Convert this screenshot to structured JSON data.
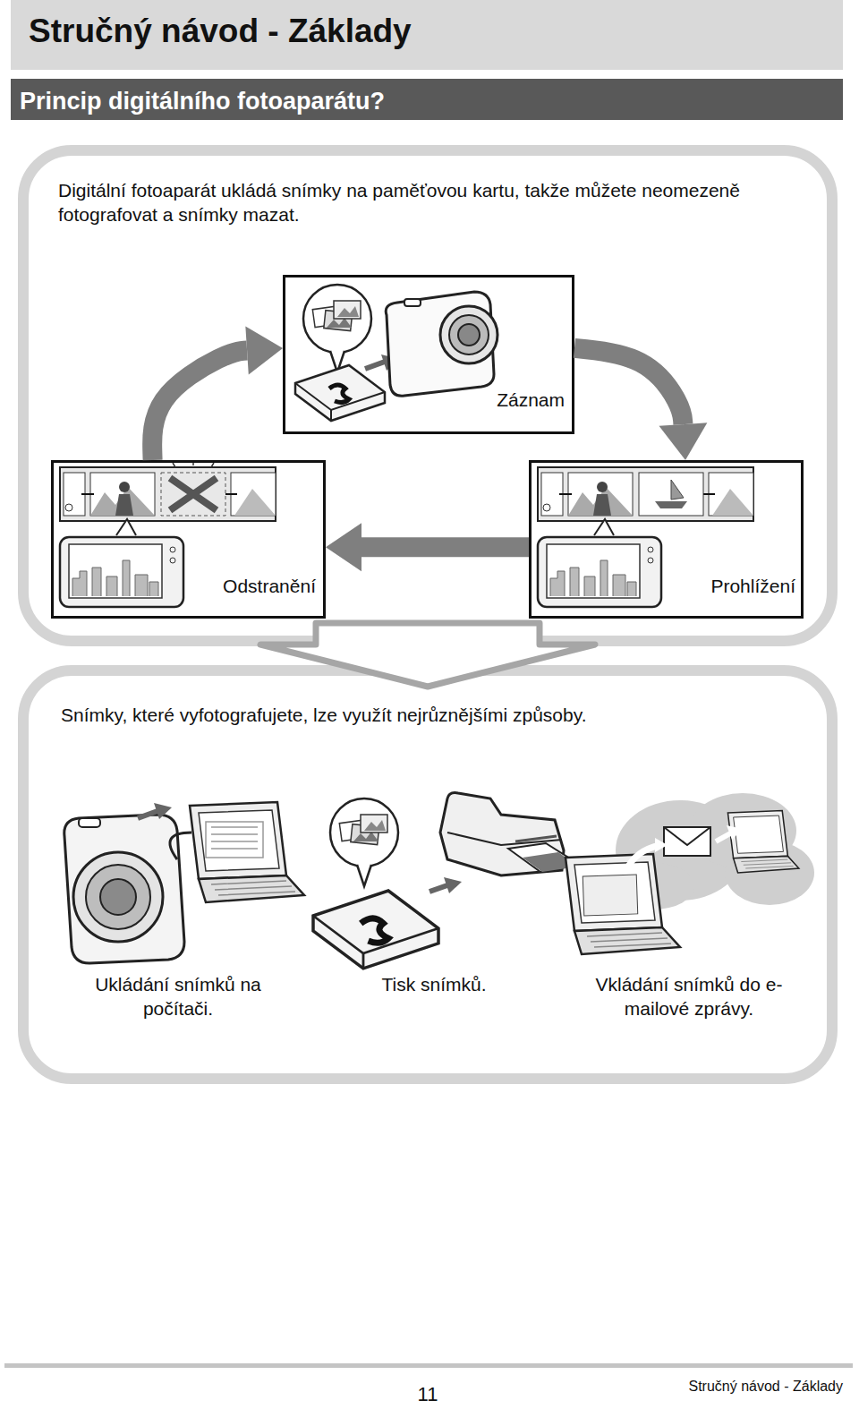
{
  "diagram": {
    "title": "Stručný návod - Základy",
    "nodes": [
      {
        "text": [
          "Princip digitálního fotoaparátu?"
        ]
      },
      {
        "text": [
          "Digitální fotoaparát ukládá snímky na paměťovou kartu, takže můžete neomezeně fotografovat a snímky mazat."
        ]
      },
      {
        "text": [
          "Záznam"
        ],
        "in": 1
      },
      {
        "text": [
          "Odstranění"
        ],
        "in": 1
      },
      {
        "text": [
          "Prohlížení"
        ],
        "in": 1
      },
      {
        "text": [
          "Snímky, které vyfotografujete, lze využít nejrůznějšími způsoby."
        ]
      }
    ],
    "edges": [
      {
        "from": 2,
        "to": 4,
        "arrow": "to"
      },
      {
        "from": 4,
        "to": 3,
        "arrow": "to"
      },
      {
        "from": 3,
        "to": 2,
        "arrow": "to"
      },
      {
        "from": 1,
        "to": 5,
        "arrow": "to"
      }
    ],
    "labels": [
      "Ukládání snímků na počítači.",
      "Tisk snímků.",
      "Vkládání snímků do e-mailové zprávy.",
      "11",
      "Stručný návod - Základy"
    ]
  }
}
